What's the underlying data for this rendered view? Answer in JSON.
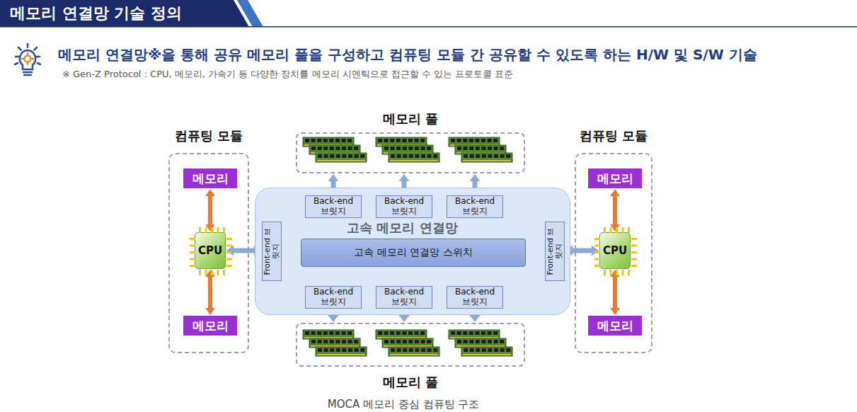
{
  "diagram": {
    "title": "메모리 연결망 기술 정의",
    "caption": "MOCA 메모리 중심 컴퓨팅 구조",
    "nodes": [
      {
        "text": [
          "컴퓨팅 모듈"
        ]
      },
      {
        "text": [
          "메모리"
        ],
        "in": 0
      },
      {
        "text": [
          "CPU"
        ],
        "in": 0
      },
      {
        "text": [
          "메모리"
        ],
        "in": 0
      },
      {
        "text": [
          "메모리 풀"
        ]
      },
      {
        "text": [
          "컴퓨팅 모듈"
        ]
      },
      {
        "text": [
          "메모리"
        ],
        "in": 5
      },
      {
        "text": [
          "CPU"
        ],
        "in": 5
      },
      {
        "text": [
          "메모리"
        ],
        "in": 5
      },
      {
        "text": [
          "고속 메모리 연결망"
        ]
      },
      {
        "text": [
          "Back-end 브릿지"
        ],
        "in": 9
      },
      {
        "text": [
          "Back-end 브릿지"
        ],
        "in": 9
      },
      {
        "text": [
          "Back-end 브릿지"
        ],
        "in": 9
      },
      {
        "text": [
          "Front-end 브릿지"
        ],
        "in": 9
      },
      {
        "text": [
          "고속 메모리 연결망 스위치"
        ],
        "in": 9
      },
      {
        "text": [
          "Front-end 브릿지"
        ],
        "in": 9
      },
      {
        "text": [
          "Back-end 브릿지"
        ],
        "in": 9
      },
      {
        "text": [
          "Back-end 브릿지"
        ],
        "in": 9
      },
      {
        "text": [
          "Back-end 브릿지"
        ],
        "in": 9
      },
      {
        "text": [
          "메모리 풀"
        ]
      }
    ],
    "edges": [
      {
        "from": 1,
        "to": 2,
        "arrow": "both"
      },
      {
        "from": 2,
        "to": 3,
        "arrow": "both"
      },
      {
        "from": 6,
        "to": 7,
        "arrow": "both"
      },
      {
        "from": 7,
        "to": 8,
        "arrow": "both"
      },
      {
        "from": 2,
        "to": 13,
        "arrow": "both"
      },
      {
        "from": 15,
        "to": 7,
        "arrow": "both"
      },
      {
        "from": 4,
        "to": 10,
        "arrow": "both"
      },
      {
        "from": 4,
        "to": 11,
        "arrow": "both"
      },
      {
        "from": 4,
        "to": 12,
        "arrow": "both"
      },
      {
        "from": 10,
        "to": 14,
        "arrow": "both"
      },
      {
        "from": 11,
        "to": 14,
        "arrow": "both"
      },
      {
        "from": 12,
        "to": 14,
        "arrow": "both"
      },
      {
        "from": 13,
        "to": 14,
        "arrow": "both"
      },
      {
        "from": 15,
        "to": 14,
        "arrow": "both"
      },
      {
        "from": 16,
        "to": 14,
        "arrow": "both"
      },
      {
        "from": 17,
        "to": 14,
        "arrow": "both"
      },
      {
        "from": 18,
        "to": 14,
        "arrow": "both"
      },
      {
        "from": 16,
        "to": 19,
        "arrow": "both"
      },
      {
        "from": 17,
        "to": 19,
        "arrow": "both"
      },
      {
        "from": 18,
        "to": 19,
        "arrow": "both"
      }
    ],
    "labels": [
      "메모리 연결망※을 통해 공유 메모리 풀을 구성하고 컴퓨팅 모듈 간 공유할 수 있도록 하는 H/W 및 S/W 기술",
      "※ Gen-Z Protocol : CPU, 메모리, 가속기 등 다양한 장치를 메모리 시멘틱으로 접근할 수 있는 프로토콜 표준"
    ]
  }
}
